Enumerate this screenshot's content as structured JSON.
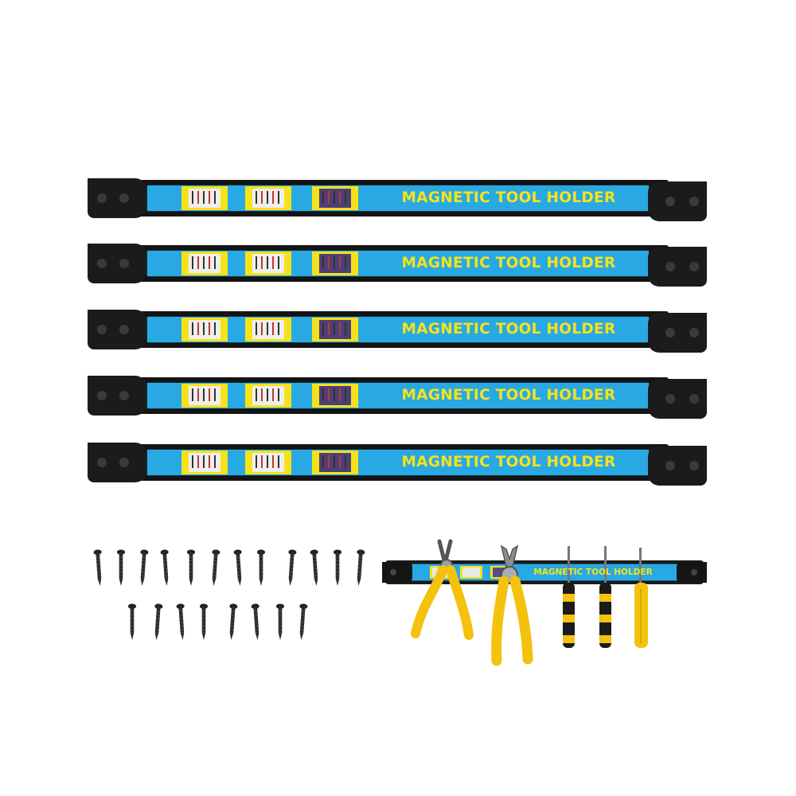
{
  "product": {
    "bar_label": "MAGNETIC TOOL HOLDER",
    "bar_count": 5,
    "colors": {
      "bar_blue": "#29a9e3",
      "label_yellow": "#f7e21a",
      "end_cap": "#1b1b1b",
      "tool_handle_yellow": "#f4c20d"
    }
  },
  "bars": [
    {
      "label": "MAGNETIC TOOL HOLDER"
    },
    {
      "label": "MAGNETIC TOOL HOLDER"
    },
    {
      "label": "MAGNETIC TOOL HOLDER"
    },
    {
      "label": "MAGNETIC TOOL HOLDER"
    },
    {
      "label": "MAGNETIC TOOL HOLDER"
    }
  ],
  "accessories": {
    "screws_count": 20,
    "demo_bar_label": "MAGNETIC TOOL HOLDER",
    "tools": [
      "circlip-pliers",
      "combination-pliers",
      "screwdriver",
      "screwdriver",
      "screwdriver"
    ]
  }
}
